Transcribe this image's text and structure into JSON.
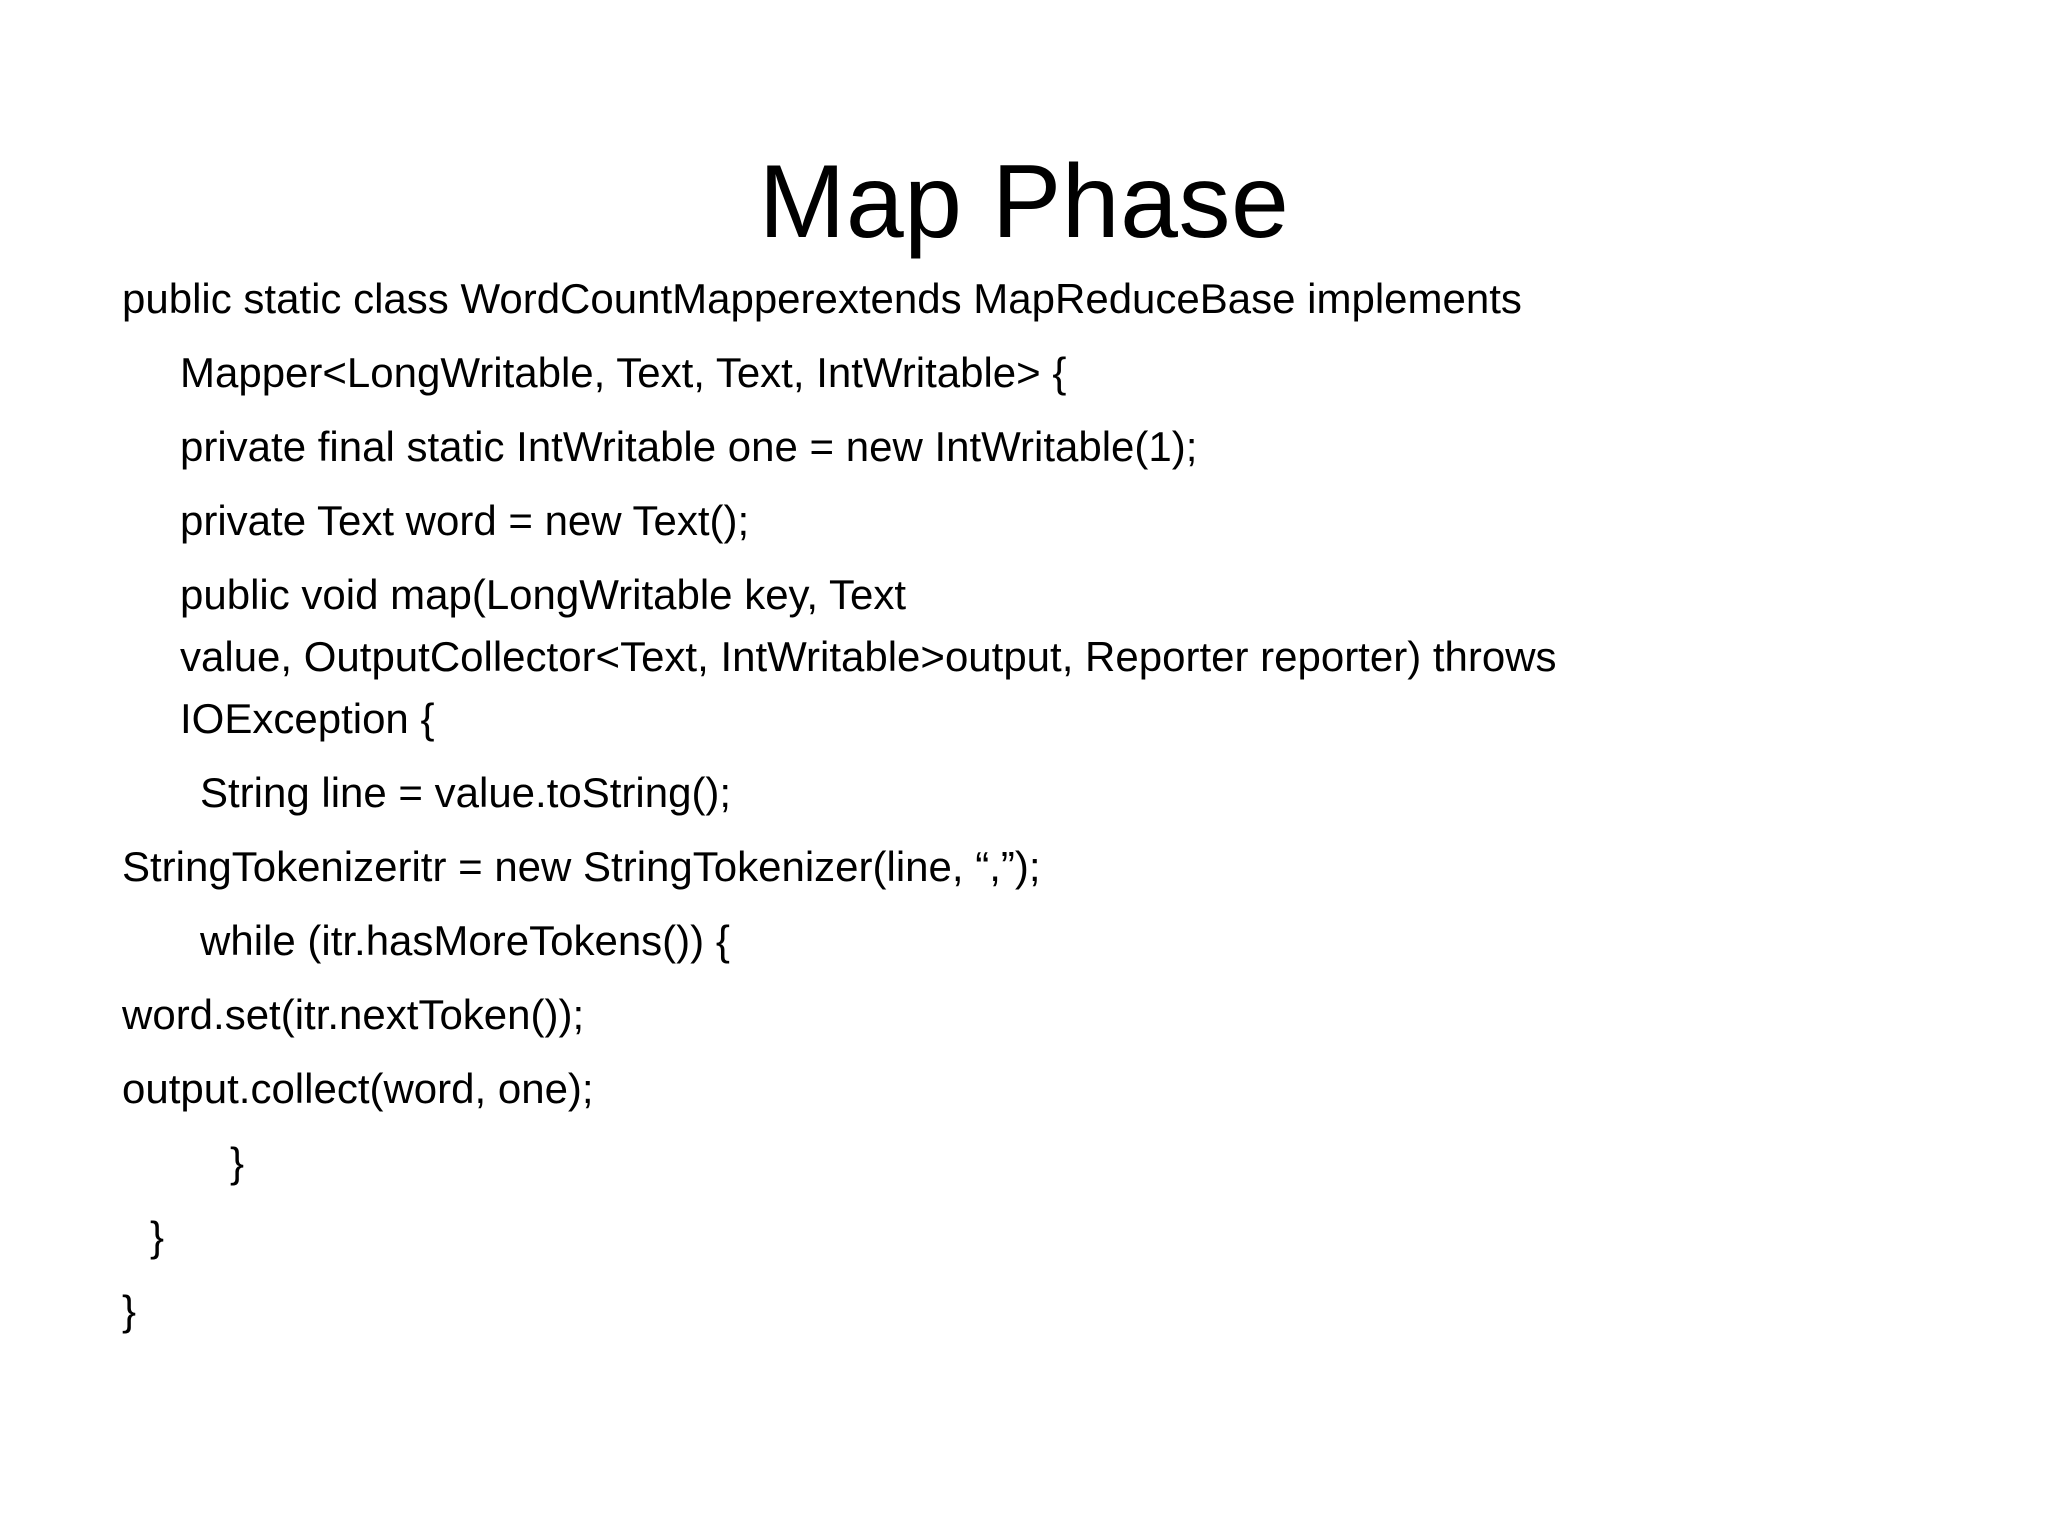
{
  "slide": {
    "title": "Map Phase",
    "background_color": "#ffffff",
    "text_color": "#000000"
  },
  "code": {
    "language": "java",
    "lines": [
      {
        "id": "l1",
        "text": "public static class WordCountMapperextends MapReduceBase implements",
        "indent": 0
      },
      {
        "id": "l2",
        "text": "Mapper<LongWritable, Text, Text, IntWritable> {",
        "indent": 1
      },
      {
        "id": "l3",
        "text": "private final static IntWritable one = new IntWritable(1);",
        "indent": 1
      },
      {
        "id": "l4",
        "text": "private Text word = new Text();",
        "indent": 1
      },
      {
        "id": "l5",
        "text": "public void map(LongWritable key, Text",
        "indent": 1
      },
      {
        "id": "l6",
        "text": "value, OutputCollector<Text, IntWritable>output, Reporter reporter) throws",
        "indent": 1
      },
      {
        "id": "l7",
        "text": "IOException {",
        "indent": 1
      },
      {
        "id": "l8",
        "text": "String line = value.toString();",
        "indent": 2
      },
      {
        "id": "l9",
        "text": "StringTokenizeritr = new StringTokenizer(line, “,”);",
        "indent": 0
      },
      {
        "id": "l10",
        "text": "while (itr.hasMoreTokens()) {",
        "indent": 2
      },
      {
        "id": "l11",
        "text": "word.set(itr.nextToken());",
        "indent": 0
      },
      {
        "id": "l12",
        "text": "output.collect(word, one);",
        "indent": 0
      },
      {
        "id": "l13",
        "text": "}",
        "indent": 3
      },
      {
        "id": "l14",
        "text": "}",
        "indent": 0
      },
      {
        "id": "l15",
        "text": "}",
        "indent": 0
      }
    ]
  }
}
